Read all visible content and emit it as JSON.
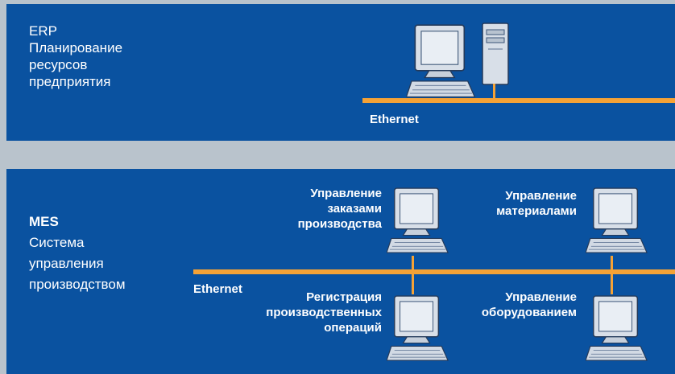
{
  "erp": {
    "lines": [
      "ERP",
      "Планирование",
      "ресурсов",
      "предприятия"
    ],
    "ethernet": "Ethernet"
  },
  "mes": {
    "title": "MES",
    "lines": [
      "Система",
      "управления",
      "производством"
    ],
    "ethernet": "Ethernet",
    "nodes": [
      {
        "lines": [
          "Управление",
          "заказами",
          "производства"
        ]
      },
      {
        "lines": [
          "Управление",
          "материалами"
        ]
      },
      {
        "lines": [
          "Регистрация",
          "производственных",
          "операций"
        ]
      },
      {
        "lines": [
          "Управление",
          "оборудованием"
        ]
      }
    ]
  },
  "colors": {
    "panel": "#0a52a0",
    "background": "#b9c3cc",
    "bus": "#f5a236",
    "text": "#ffffff"
  },
  "icons": [
    "desktop-computer-icon",
    "tower-computer-icon"
  ]
}
